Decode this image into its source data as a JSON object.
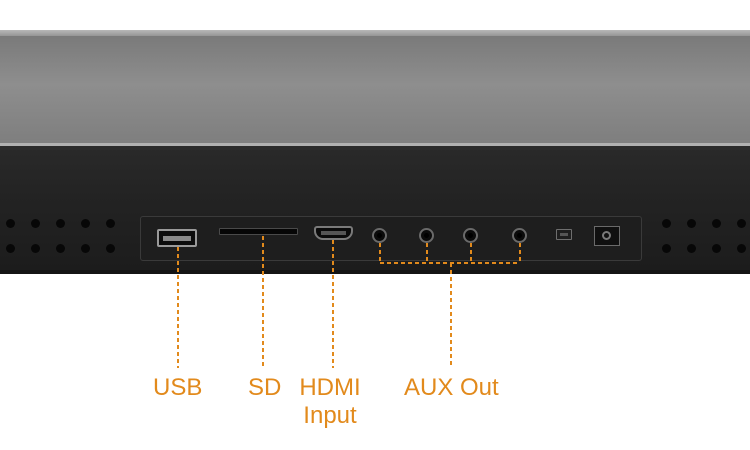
{
  "labels": {
    "usb": "USB",
    "sd": "SD",
    "hdmi_line1": "HDMI",
    "hdmi_line2": "Input",
    "aux": "AUX Out"
  },
  "colors": {
    "callout": "#e28a1c",
    "device_body": "#222222",
    "device_top": "#858585",
    "background": "#ffffff"
  },
  "ports": [
    "usb-port",
    "sd-card-slot",
    "hdmi-port",
    "aux-jack",
    "aux-jack",
    "aux-jack",
    "aux-jack",
    "small-switch",
    "dc-power-jack"
  ]
}
